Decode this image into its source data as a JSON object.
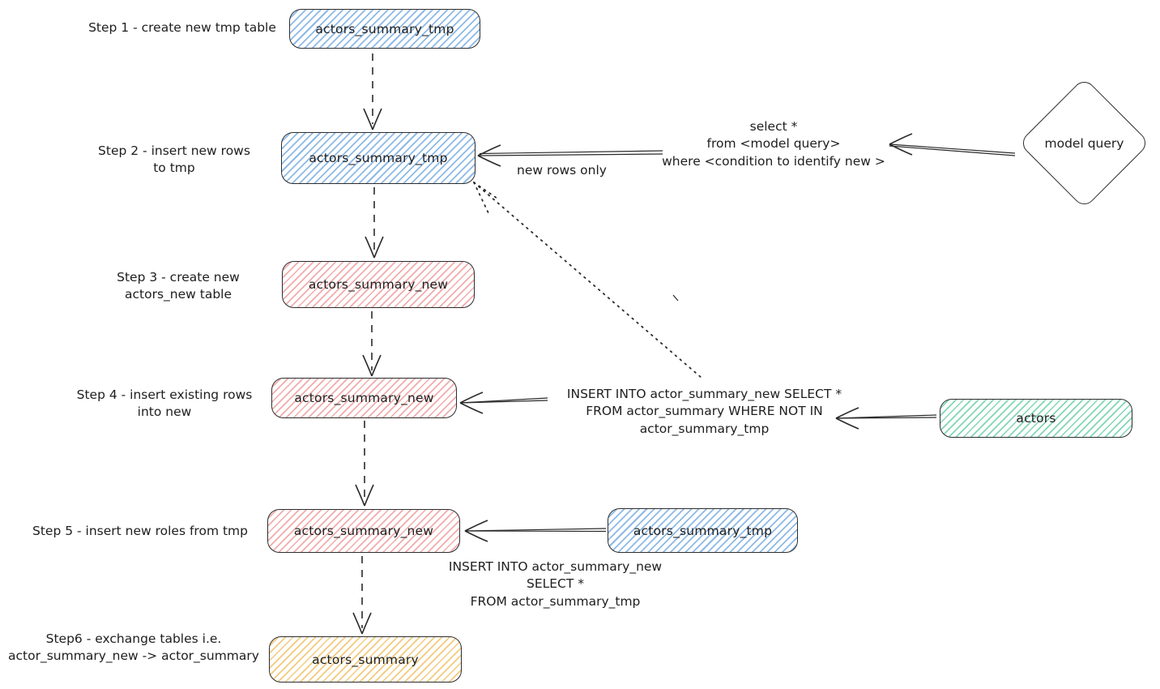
{
  "nodes": {
    "step1_box": "actors_summary_tmp",
    "step2_box": "actors_summary_tmp",
    "step3_box": "actors_summary_new",
    "step4_box": "actors_summary_new",
    "step5_box": "actors_summary_new",
    "step6_box": "actors_summary",
    "tmp_source_box": "actors_summary_tmp",
    "actors_box": "actors",
    "model_query": "model query"
  },
  "step_labels": {
    "step1": "Step 1 - create new tmp table",
    "step2": "Step 2 - insert new rows\nto tmp",
    "step3": "Step 3 - create new\nactors_new table",
    "step4": "Step 4 - insert existing rows\ninto new",
    "step5": "Step 5 - insert new roles from tmp",
    "step6": "Step6 - exchange tables i.e.\nactor_summary_new -> actor_summary"
  },
  "annotations": {
    "select_query": "select *\nfrom <model query>\nwhere <condition to identify new >",
    "new_rows_only": "new rows only",
    "insert_existing": "INSERT INTO actor_summary_new SELECT *\nFROM actor_summary WHERE NOT IN\nactor_summary_tmp",
    "insert_from_tmp": "INSERT INTO actor_summary_new\nSELECT *\nFROM actor_summary_tmp"
  },
  "colors": {
    "stroke": "#2d2d2d",
    "text": "#1e1e1e",
    "blue_hatch": "#8db9e6",
    "red_hatch": "#f2abab",
    "green_hatch": "#82d6b6",
    "yellow_hatch": "#f3ca7c",
    "background": "#ffffff"
  }
}
